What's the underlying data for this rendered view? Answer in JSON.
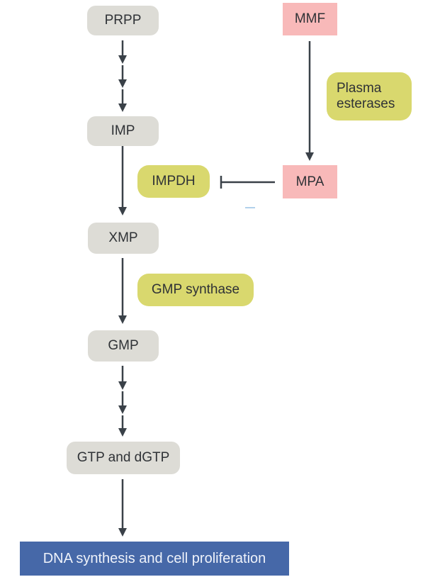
{
  "diagram": {
    "type": "pathway",
    "nodes": {
      "prpp": "PRPP",
      "imp": "IMP",
      "xmp": "XMP",
      "gmp": "GMP",
      "gtp": "GTP and dGTP",
      "dna": "DNA synthesis and cell proliferation",
      "mmf": "MMF",
      "mpa": "MPA",
      "impdh": "IMPDH",
      "plasma": "Plasma esterases",
      "gmp_synthase": "GMP synthase"
    },
    "edges": [
      {
        "from": "PRPP",
        "to": "IMP",
        "kind": "multi-step",
        "steps": 3
      },
      {
        "from": "IMP",
        "to": "XMP",
        "kind": "arrow",
        "enzyme": "IMPDH"
      },
      {
        "from": "XMP",
        "to": "GMP",
        "kind": "arrow",
        "enzyme": "GMP synthase"
      },
      {
        "from": "GMP",
        "to": "GTP and dGTP",
        "kind": "multi-step",
        "steps": 3
      },
      {
        "from": "GTP and dGTP",
        "to": "DNA synthesis and cell proliferation",
        "kind": "arrow"
      },
      {
        "from": "MMF",
        "to": "MPA",
        "kind": "arrow",
        "enzyme": "Plasma esterases"
      },
      {
        "from": "MPA",
        "to": "IMPDH",
        "kind": "inhibition"
      }
    ],
    "colors": {
      "metabolite": "#dddcd6",
      "drug": "#f8b9b9",
      "enzyme": "#d9d86e",
      "outcome": "#4668a8",
      "arrow": "#3a4148"
    }
  }
}
